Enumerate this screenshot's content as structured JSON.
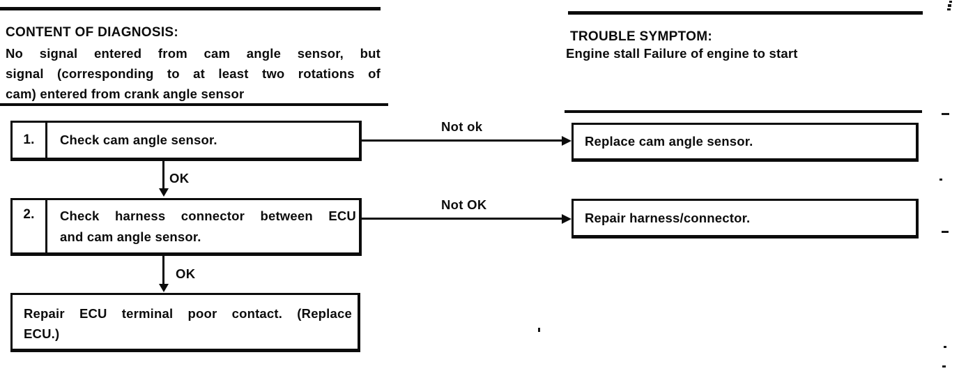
{
  "colors": {
    "ink": "#0c0c0c",
    "background": "#ffffff"
  },
  "header_left": {
    "title": "CONTENT OF DIAGNOSIS:",
    "lines": [
      "No signal entered from cam angle sensor, but",
      "signal (corresponding to at least two rotations of",
      "cam) entered from crank angle sensor"
    ]
  },
  "header_right": {
    "title": "TROUBLE SYMPTOM:",
    "line": "Engine stall Failure of engine to start"
  },
  "flow": {
    "steps": [
      {
        "number": "1.",
        "lines": [
          "Check cam angle sensor."
        ],
        "ok_label": "OK",
        "fail_label": "Not ok",
        "action": "Replace cam angle sensor."
      },
      {
        "number": "2.",
        "lines": [
          "Check harness connector between ECU",
          "and cam angle sensor."
        ],
        "ok_label": "OK",
        "fail_label": "Not OK",
        "action": "Repair harness/connector."
      }
    ],
    "final_lines": [
      "Repair ECU terminal poor contact. (Replace",
      "ECU.)"
    ]
  }
}
